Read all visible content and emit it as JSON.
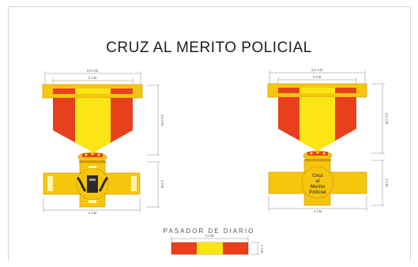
{
  "title": "CRUZ AL MERITO POLICIAL",
  "pasador_label": "PASADOR DE DIARIO",
  "medal_left": {
    "ribbon_width": "3,6 CM",
    "stripe_width": "3 CM",
    "ribbon_height": "4,5 CM",
    "cross_height": "4 CM",
    "cross_width": "4 CM"
  },
  "medal_right": {
    "ribbon_width": "3,6 CM",
    "stripe_width": "3 CM",
    "ribbon_height": "4,5 CM",
    "cross_height": "4 CM",
    "cross_width": "4 CM",
    "cross_text": [
      "Cruz",
      "al",
      "Merito",
      "Policial"
    ]
  },
  "pasador": {
    "width": "3 CM",
    "height": "1 CM"
  },
  "colors": {
    "red": "#e8401c",
    "yellow": "#fbe515",
    "gold": "#f6c60f",
    "gold_dark": "#d49a06"
  }
}
